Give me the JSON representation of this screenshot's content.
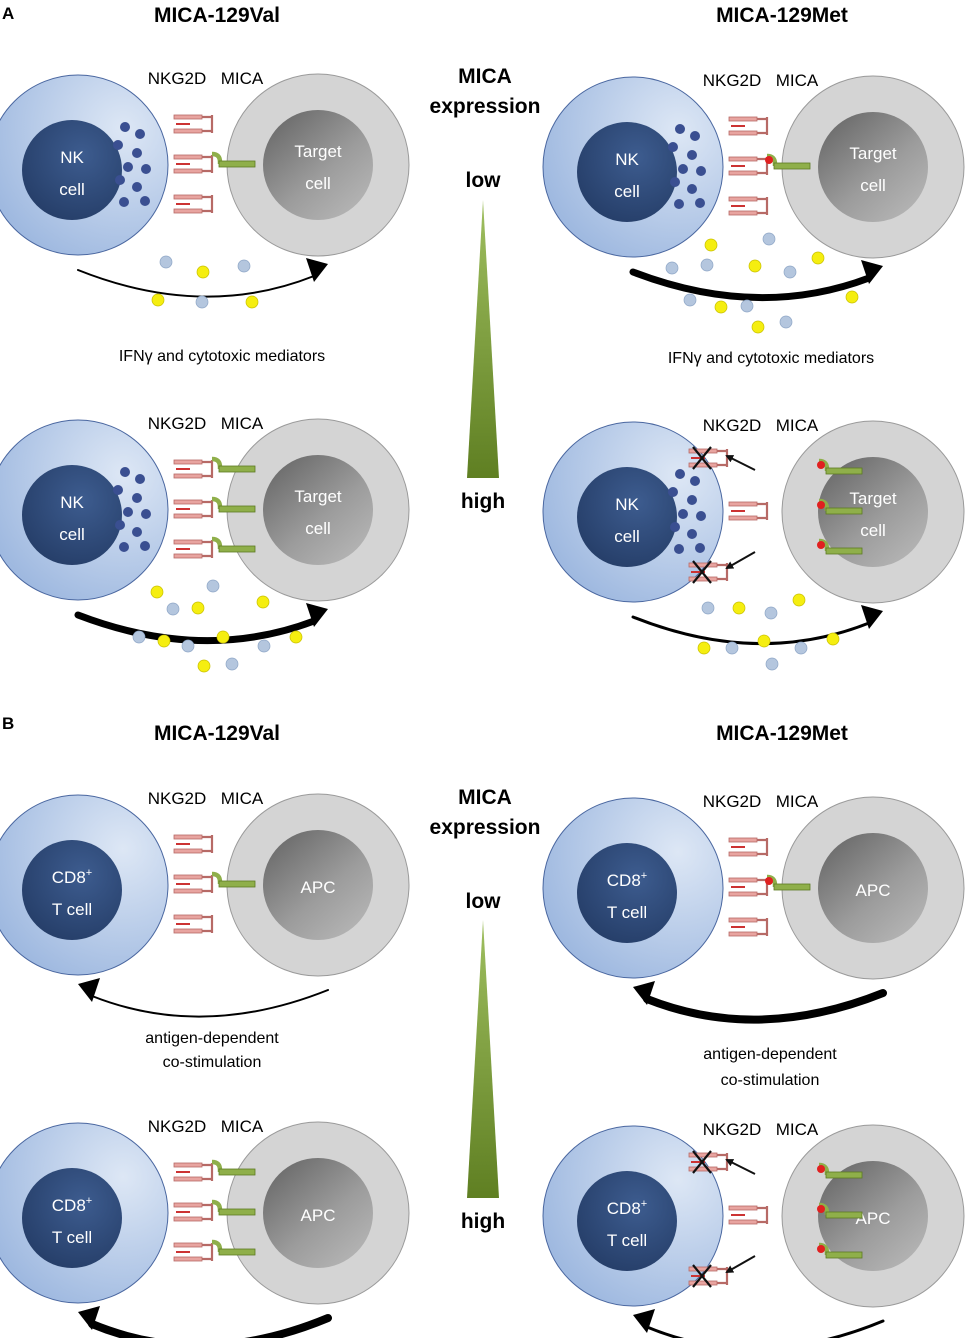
{
  "panel_a": {
    "letter": "A",
    "left_title": "MICA-129Val",
    "right_title": "MICA-129Met",
    "axis": {
      "title_line1": "MICA",
      "title_line2": "expression",
      "low": "low",
      "high": "high"
    },
    "receptor_label": "NKG2D",
    "ligand_label": "MICA",
    "effector_line1": "NK",
    "effector_line2": "cell",
    "target_line1": "Target",
    "target_line2": "cell",
    "left_caption": "IFNγ and cytotoxic mediators",
    "right_caption": "IFNγ and cytotoxic mediators"
  },
  "panel_b": {
    "letter": "B",
    "left_title": "MICA-129Val",
    "right_title": "MICA-129Met",
    "axis": {
      "title_line1": "MICA",
      "title_line2": "expression",
      "low": "low",
      "high": "high"
    },
    "receptor_label": "NKG2D",
    "ligand_label": "MICA",
    "effector_line1_base": "CD8",
    "effector_line1_sup": "+",
    "effector_line2": "T cell",
    "target_label": "APC",
    "left_caption_line1": "antigen-dependent",
    "left_caption_line2": "co-stimulation",
    "right_caption_line1": "antigen-dependent",
    "right_caption_line2": "co-stimulation"
  },
  "colors": {
    "effector_cell": "#b9cbe6",
    "effector_nucleus": "#2e4a78",
    "granule": "#3a4f91",
    "target_cell": "#d4d4d4",
    "target_nucleus": "#8a8a8a",
    "receptor": "#e8a4a0",
    "ligand": "#8faf4a",
    "met_residue": "#e02020",
    "gradient": "#6e8f2c",
    "mediator_blue": "#b4c6de",
    "mediator_yellow": "#f5ee10"
  }
}
